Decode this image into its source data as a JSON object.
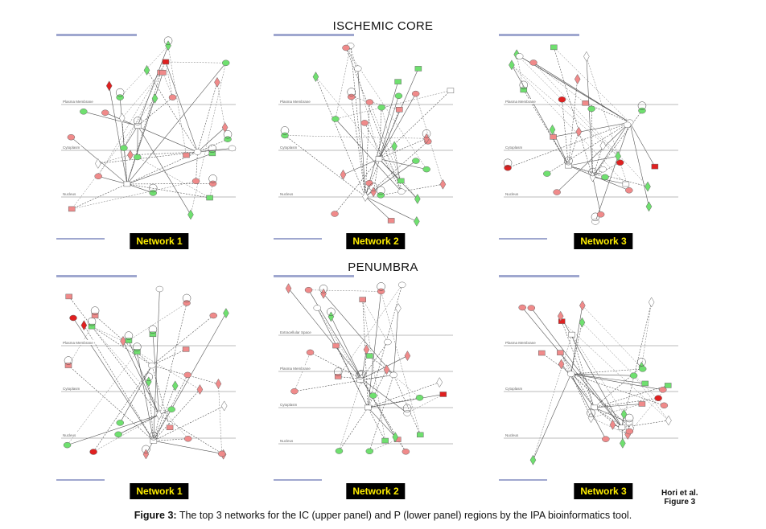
{
  "sections": {
    "top_title": "ISCHEMIC CORE",
    "bottom_title": "PENUMBRA"
  },
  "panels": [
    {
      "label": "Network 1",
      "compartments": [
        "Plasma Membrane",
        "Cytoplasm",
        "Nucleus"
      ]
    },
    {
      "label": "Network 2",
      "compartments": [
        "Plasma Membrane",
        "Cytoplasm",
        "Nucleus"
      ]
    },
    {
      "label": "Network 3",
      "compartments": [
        "Plasma Membrane",
        "Cytoplasm",
        "Nucleus"
      ]
    },
    {
      "label": "Network 1",
      "compartments": [
        "Plasma Membrane",
        "Cytoplasm",
        "Nucleus"
      ]
    },
    {
      "label": "Network 2",
      "compartments": [
        "Extracellular Space",
        "Plasma Membrane",
        "Cytoplasm",
        "Nucleus"
      ]
    },
    {
      "label": "Network 3",
      "compartments": [
        "Plasma Membrane",
        "Cytoplasm",
        "Nucleus"
      ]
    }
  ],
  "attribution": {
    "line1": "Hori et al.",
    "line2": "Figure 3"
  },
  "caption": {
    "prefix": "Figure 3:",
    "text": " The top 3 networks for the IC (upper panel) and P (lower panel) regions by the IPA bioinformatics tool."
  },
  "colors": {
    "up": "#f08a8a",
    "strong_up": "#e02020",
    "down": "#6fe06f",
    "neutral": "#ffffff",
    "label_bg": "#000000",
    "label_fg": "#ffee00"
  }
}
